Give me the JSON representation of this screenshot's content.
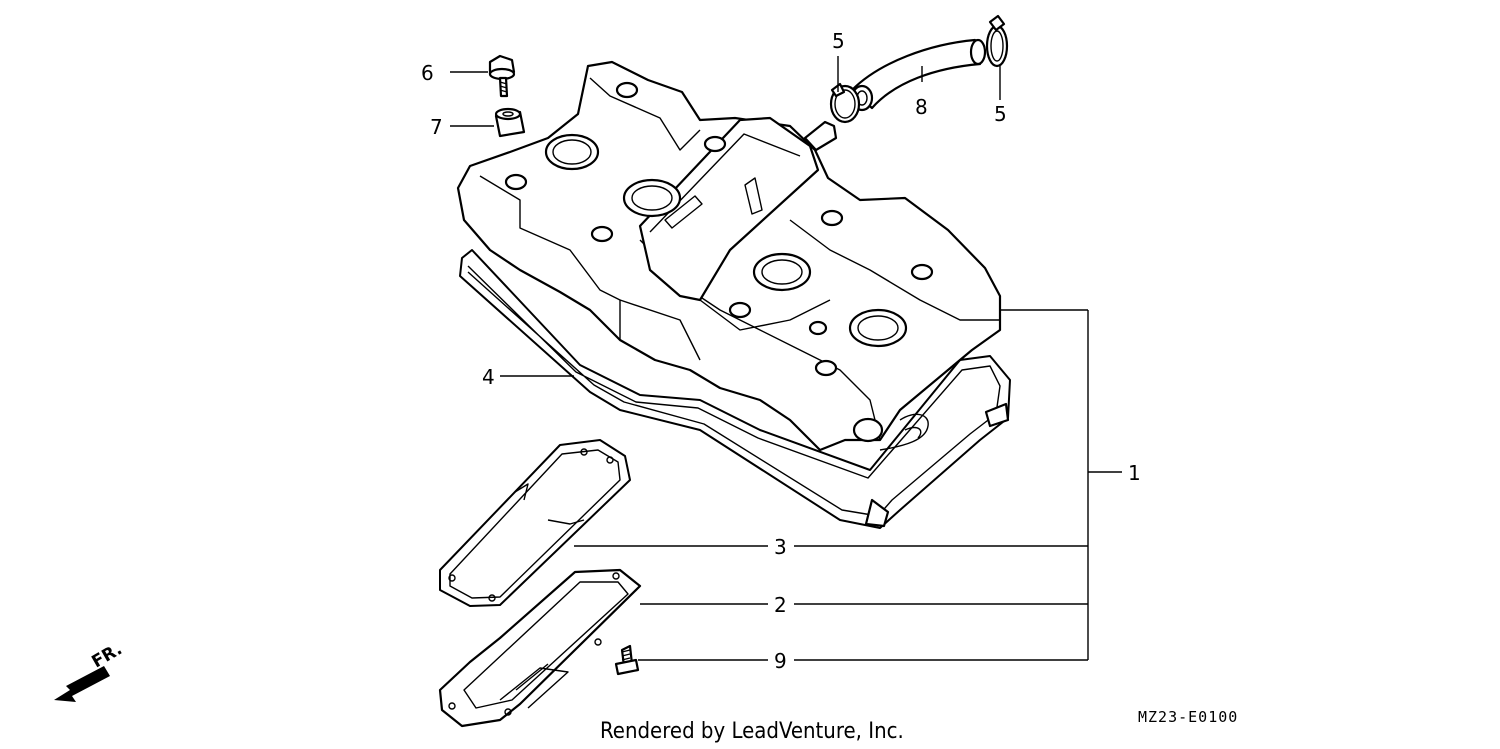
{
  "diagram": {
    "callouts": {
      "c1": "1",
      "c2": "2",
      "c3": "3",
      "c4": "4",
      "c5a": "5",
      "c5b": "5",
      "c6": "6",
      "c7": "7",
      "c8": "8",
      "c9": "9"
    },
    "front_marker": "FR.",
    "credit": "Rendered by LeadVenture, Inc.",
    "diagram_code": "MZ23-E0100"
  }
}
